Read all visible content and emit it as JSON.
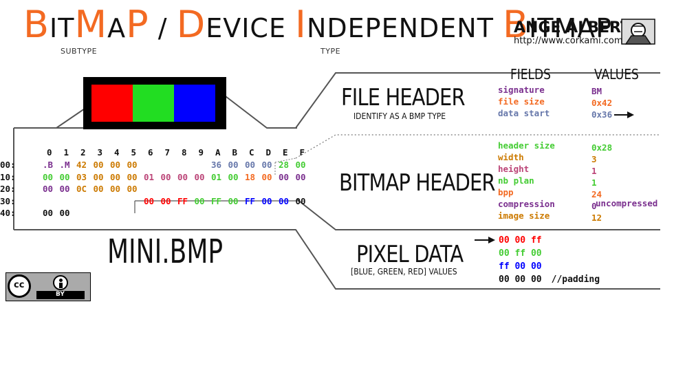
{
  "title": {
    "p1_cap": "B",
    "p1_sm": "IT",
    "p2_cap": "M",
    "p2_sm": "A",
    "p3_cap": "P",
    "slash": " / ",
    "d_cap": "D",
    "d_sm": "EVICE ",
    "i_cap": "I",
    "i_sm": "NDEPENDENT ",
    "b_cap": "B",
    "b_sm": "ITMAP",
    "subtype_label": "SUBTYPE",
    "type_label": "TYPE"
  },
  "author": {
    "name": "ANGE ALBERTINI",
    "url": "http://www.corkami.com"
  },
  "colors": {
    "red": "#ff0000",
    "green": "#22dd22",
    "blue": "#0000ff",
    "orange": "#f36a22",
    "purple": "#7a2f8e",
    "brown": "#cc7a00",
    "slate": "#6677aa",
    "lime": "#44cc33",
    "pink": "#bb4477"
  },
  "hexdump": {
    "columns": [
      "0",
      "1",
      "2",
      "3",
      "4",
      "5",
      "6",
      "7",
      "8",
      "9",
      "A",
      "B",
      "C",
      "D",
      "E",
      "F"
    ],
    "rows": [
      {
        "addr": "00:",
        "cells": [
          ".B",
          ".M",
          "42",
          "00",
          "00",
          "00",
          "",
          "",
          "",
          "",
          "36",
          "00",
          "00",
          "00",
          "28",
          "00"
        ]
      },
      {
        "addr": "10:",
        "cells": [
          "00",
          "00",
          "03",
          "00",
          "00",
          "00",
          "01",
          "00",
          "00",
          "00",
          "01",
          "00",
          "18",
          "00",
          "00",
          "00"
        ]
      },
      {
        "addr": "20:",
        "cells": [
          "00",
          "00",
          "0C",
          "00",
          "00",
          "00",
          "",
          "",
          "",
          "",
          "",
          "",
          "",
          "",
          "",
          ""
        ]
      },
      {
        "addr": "30:",
        "cells": [
          "",
          "",
          "",
          "",
          "",
          "",
          "00",
          "00",
          "FF",
          "00",
          "FF",
          "00",
          "FF",
          "00",
          "00",
          "00"
        ]
      },
      {
        "addr": "40:",
        "cells": [
          "00",
          "00",
          "",
          "",
          "",
          "",
          "",
          "",
          "",
          "",
          "",
          "",
          "",
          "",
          "",
          ""
        ]
      }
    ]
  },
  "filename": "MINI.BMP",
  "license": {
    "cc": "cc",
    "by": "BY",
    "person_icon": "person-icon"
  },
  "column_headers": {
    "fields": "FIELDS",
    "values": "VALUES"
  },
  "sections": {
    "file_header": {
      "title": "FILE HEADER",
      "subtitle": "IDENTIFY AS A BMP TYPE",
      "fields": [
        {
          "name": "signature",
          "value": "BM"
        },
        {
          "name": "file size",
          "value": "0x42"
        },
        {
          "name": "data start",
          "value": "0x36"
        }
      ]
    },
    "bitmap_header": {
      "title": "BITMAP HEADER",
      "fields": [
        {
          "name": "header size",
          "value": "0x28"
        },
        {
          "name": "width",
          "value": "3"
        },
        {
          "name": "height",
          "value": "1"
        },
        {
          "name": "nb plan",
          "value": "1"
        },
        {
          "name": "bpp",
          "value": "24"
        },
        {
          "name": "compression",
          "value": "0"
        },
        {
          "name": "image size",
          "value": "12"
        }
      ],
      "compression_note": "uncompressed"
    },
    "pixel_data": {
      "title": "PIXEL DATA",
      "subtitle": "[BLUE, GREEN, RED] VALUES",
      "rows": [
        "00 00 ff",
        "00 ff 00",
        "ff 00 00",
        "00 00 00"
      ],
      "padding_comment": "//padding"
    }
  }
}
